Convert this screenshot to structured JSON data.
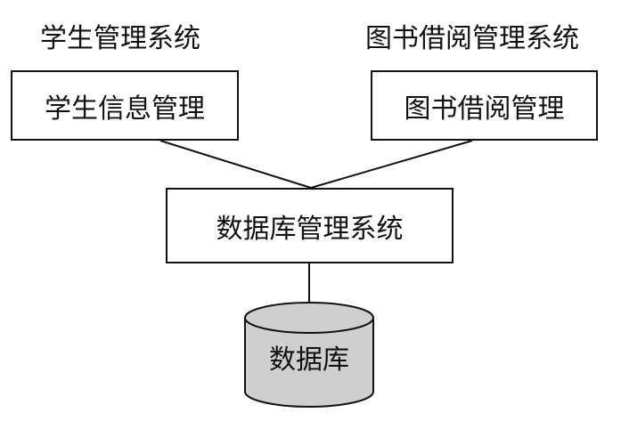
{
  "systems": {
    "student": {
      "title": "学生管理系统",
      "module": "学生信息管理"
    },
    "library": {
      "title": "图书借阅管理系统",
      "module": "图书借阅管理"
    }
  },
  "dbms": {
    "label": "数据库管理系统"
  },
  "database": {
    "label": "数据库",
    "fill_color": "#cfcfcf"
  },
  "colors": {
    "line": "#111111",
    "background": "#ffffff"
  }
}
